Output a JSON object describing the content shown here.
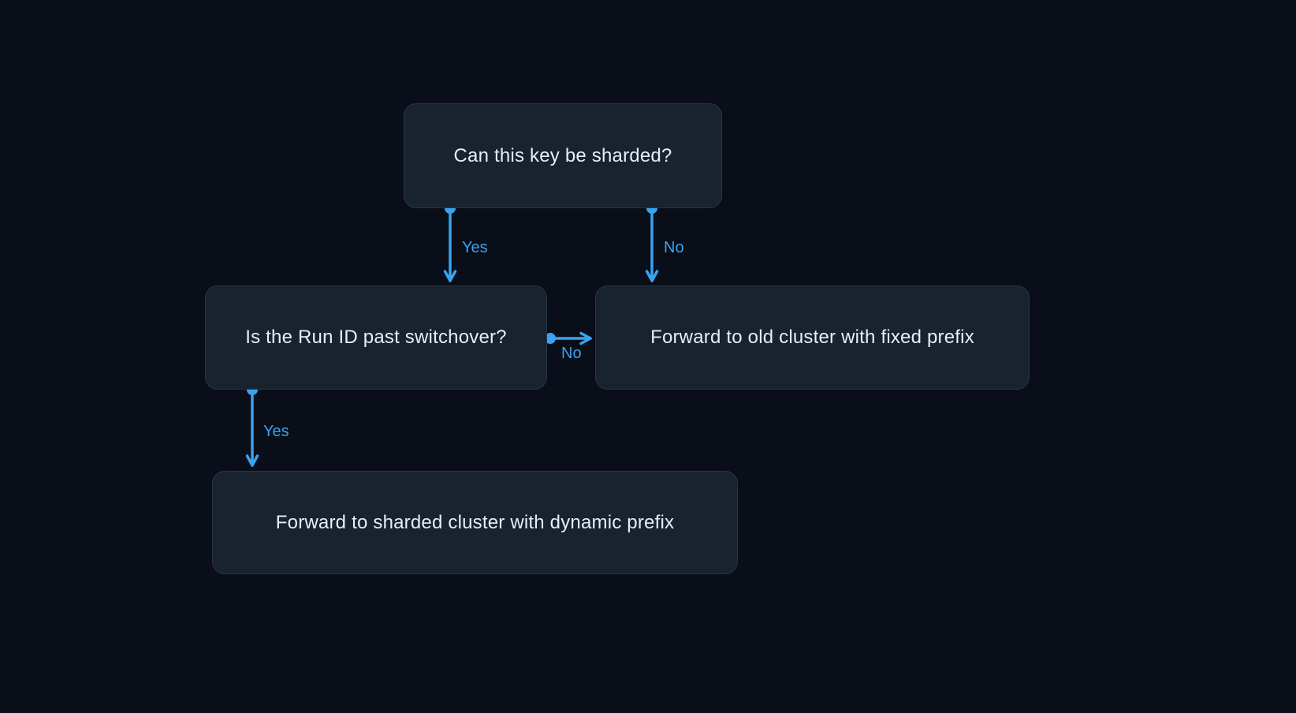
{
  "diagram": {
    "type": "flowchart",
    "colors": {
      "background": "#0a0e18",
      "node_background": "#19222f",
      "node_border": "#2a3547",
      "node_text": "#e9edf4",
      "accent": "#38a3f0"
    },
    "nodes": {
      "q_shard": {
        "label": "Can this key be sharded?"
      },
      "q_switchover": {
        "label": "Is the Run ID past switchover?"
      },
      "old_cluster": {
        "label": "Forward to old cluster with fixed prefix"
      },
      "sharded_cluster": {
        "label": "Forward to sharded cluster with dynamic prefix"
      }
    },
    "edges": [
      {
        "from": "q_shard",
        "to": "q_switchover",
        "label": "Yes"
      },
      {
        "from": "q_shard",
        "to": "old_cluster",
        "label": "No"
      },
      {
        "from": "q_switchover",
        "to": "old_cluster",
        "label": "No"
      },
      {
        "from": "q_switchover",
        "to": "sharded_cluster",
        "label": "Yes"
      }
    ]
  }
}
